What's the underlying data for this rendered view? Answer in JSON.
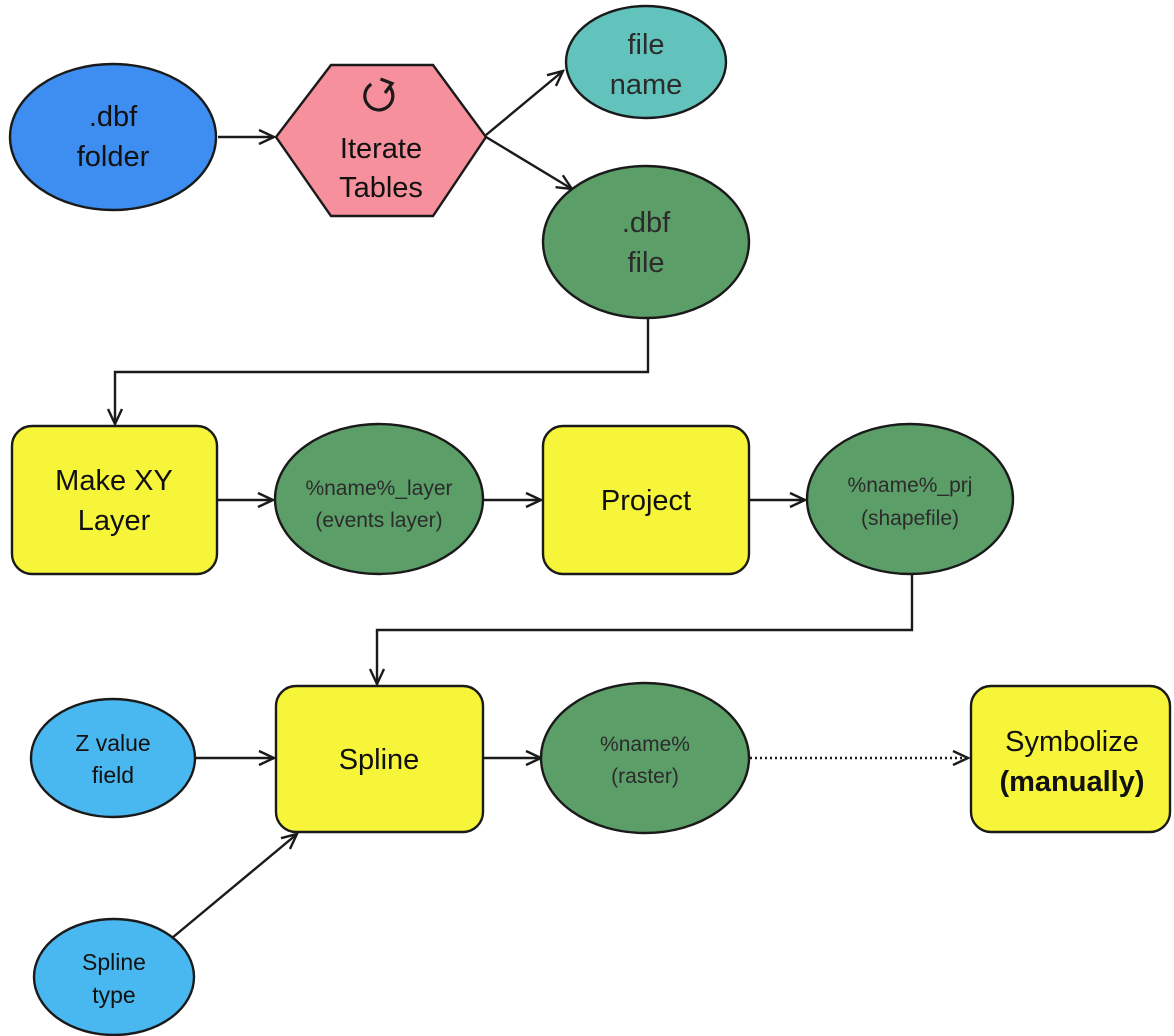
{
  "colors": {
    "input_blue": "#3d8ef0",
    "input_light_blue": "#4ab8f0",
    "iterator_pink": "#f5909c",
    "derived_teal": "#62c3bd",
    "derived_green": "#5c9e68",
    "tool_yellow": "#f7f53a",
    "stroke": "#1a1a1a"
  },
  "nodes": {
    "dbf_folder": {
      "line1": ".dbf",
      "line2": "folder"
    },
    "iterate_tables": {
      "icon": "refresh-icon",
      "line1": "Iterate",
      "line2": "Tables"
    },
    "file_name": {
      "line1": "file",
      "line2": "name"
    },
    "dbf_file": {
      "line1": ".dbf",
      "line2": "file"
    },
    "make_xy_layer": {
      "line1": "Make XY",
      "line2": "Layer"
    },
    "events_layer": {
      "line1": "%name%_layer",
      "line2": "(events layer)"
    },
    "project": {
      "line1": "Project"
    },
    "shapefile": {
      "line1": "%name%_prj",
      "line2": "(shapefile)"
    },
    "z_value_field": {
      "line1": "Z value",
      "line2": "field"
    },
    "spline": {
      "line1": "Spline"
    },
    "raster": {
      "line1": "%name%",
      "line2": "(raster)"
    },
    "symbolize": {
      "line1": "Symbolize",
      "line2": "(manually)"
    },
    "spline_type": {
      "line1": "Spline",
      "line2": "type"
    }
  }
}
